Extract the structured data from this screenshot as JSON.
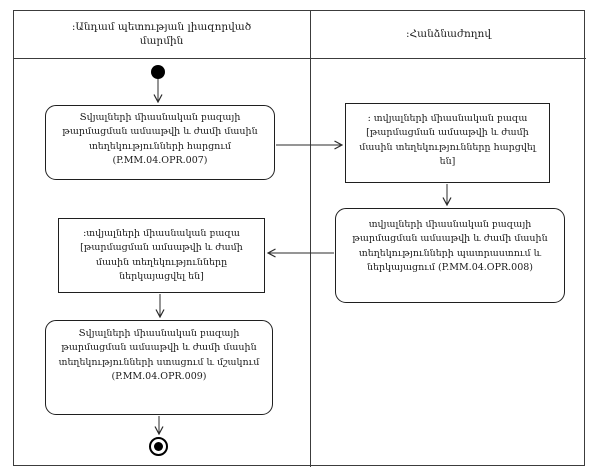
{
  "diagram": {
    "kind": "uml-activity-swimlane",
    "lanes": [
      {
        "id": "authorized-body",
        "title": ":Անդամ պետության լիազորված մարմին"
      },
      {
        "id": "commission",
        "title": ":Հանձնաժողով"
      }
    ],
    "nodes": [
      {
        "id": "start",
        "type": "initial"
      },
      {
        "id": "action-request",
        "type": "action",
        "lane": "authorized-body",
        "label": "Տվյալների միասնական բազայի թարմացման ամսաթվի և ժամի մասին տեղեկությունների հարցում (P.MM.04.OPR.007)"
      },
      {
        "id": "object-requested",
        "type": "object",
        "lane": "commission",
        "label": ": տվյալների միասնական բազա [թարմացման ամսաթվի և ժամի մասին տեղեկությունները հարցվել են]"
      },
      {
        "id": "action-prepare",
        "type": "action",
        "lane": "commission",
        "label": "տվյալների միասնական բազայի թարմացման ամսաթվի և ժամի մասին տեղեկությունների պատրաստում և ներկայացում (P.MM.04.OPR.008)"
      },
      {
        "id": "object-submitted",
        "type": "object",
        "lane": "authorized-body",
        "label": ":տվյալների միասնական բազա [թարմացման ամսաթվի և ժամի մասին տեղեկությունները ներկայացվել են]"
      },
      {
        "id": "action-receive",
        "type": "action",
        "lane": "authorized-body",
        "label": "Տվյալների միասնական բազայի թարմացման ամսաթվի և ժամի մասին տեղեկությունների ստացում և մշակում (P.MM.04.OPR.009)"
      },
      {
        "id": "end",
        "type": "final"
      }
    ],
    "flows": [
      {
        "from": "start",
        "to": "action-request"
      },
      {
        "from": "action-request",
        "to": "object-requested"
      },
      {
        "from": "object-requested",
        "to": "action-prepare"
      },
      {
        "from": "action-prepare",
        "to": "object-submitted"
      },
      {
        "from": "object-submitted",
        "to": "action-receive"
      },
      {
        "from": "action-receive",
        "to": "end"
      }
    ],
    "colors": {
      "background": "#ffffff",
      "frame_border": "#3c3c3c",
      "node_border": "#1f1f1f",
      "flow_line": "#2b2b2b",
      "terminal_fill": "#000000"
    }
  }
}
